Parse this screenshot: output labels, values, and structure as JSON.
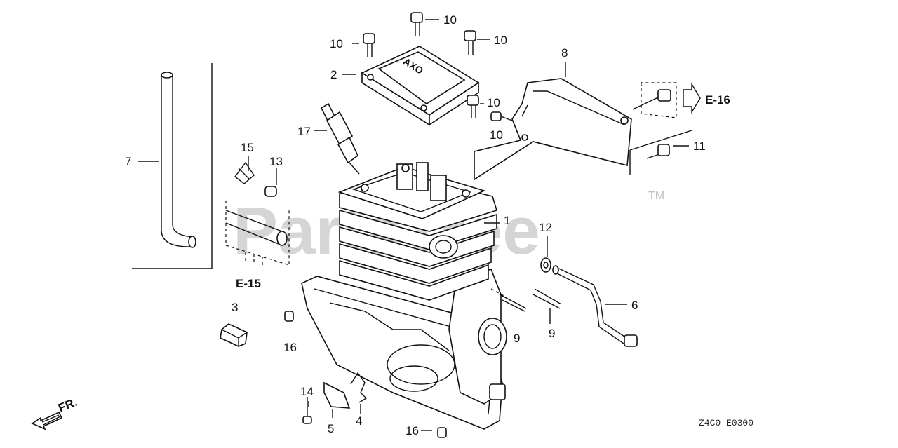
{
  "watermark": "PartsTree",
  "trademark": "TM",
  "diagram_code": "Z4C0-E0300",
  "direction_label": "FR.",
  "refs": {
    "e15": "E-15",
    "e16": "E-16"
  },
  "callouts": {
    "c1": "1",
    "c2": "2",
    "c3": "3",
    "c4": "4",
    "c5": "5",
    "c6": "6",
    "c7": "7",
    "c8": "8",
    "c9a": "9",
    "c9b": "9",
    "c10a": "10",
    "c10b": "10",
    "c10c": "10",
    "c10d": "10",
    "c10e": "10",
    "c11": "11",
    "c12": "12",
    "c13": "13",
    "c14": "14",
    "c15": "15",
    "c16a": "16",
    "c16b": "16",
    "c17": "17"
  }
}
